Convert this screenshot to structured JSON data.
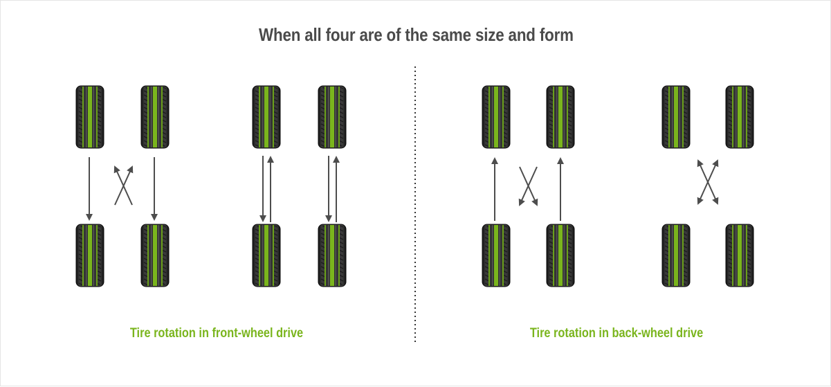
{
  "title": "When all four are of the same size and form",
  "panels": [
    {
      "caption": "Tire rotation in front-wheel drive"
    },
    {
      "caption": "Tire rotation in back-wheel drive"
    }
  ],
  "colors": {
    "accent": "#7ab51d",
    "text": "#4a4a4a",
    "arrow": "#4d4d4d",
    "tire": "#2b2b2b",
    "divider": "#333333"
  },
  "icons": [
    "tire-icon",
    "arrow-icon"
  ]
}
